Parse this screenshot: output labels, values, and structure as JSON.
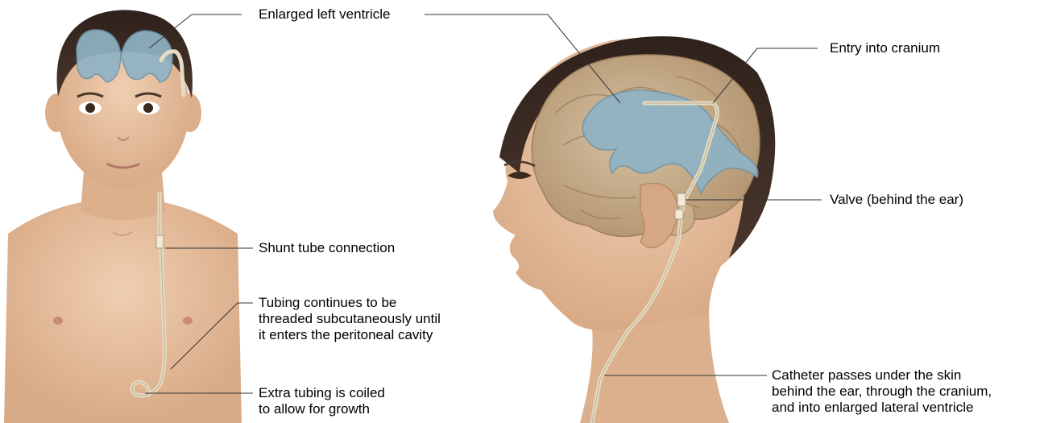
{
  "labels": {
    "enlarged_left_ventricle": "Enlarged left ventricle",
    "shunt_tube_connection": "Shunt tube connection",
    "tubing_continues": [
      "Tubing continues to be",
      "threaded subcutaneously until",
      "it enters the peritoneal cavity"
    ],
    "extra_tubing": [
      "Extra tubing is coiled",
      "to allow for growth"
    ],
    "entry_into_cranium": "Entry into cranium",
    "valve": "Valve (behind the ear)",
    "catheter": [
      "Catheter passes under the skin",
      "behind the ear, through the cranium,",
      "and into enlarged lateral ventricle"
    ]
  },
  "colors": {
    "skin": "#e8c3a2",
    "skin_shadow": "#d4a583",
    "hair": "#3a2a22",
    "ventricle": "#8fb3c4",
    "brain": "#c9b08d",
    "tubing": "#e6dcc2",
    "leader_line": "#333333"
  }
}
